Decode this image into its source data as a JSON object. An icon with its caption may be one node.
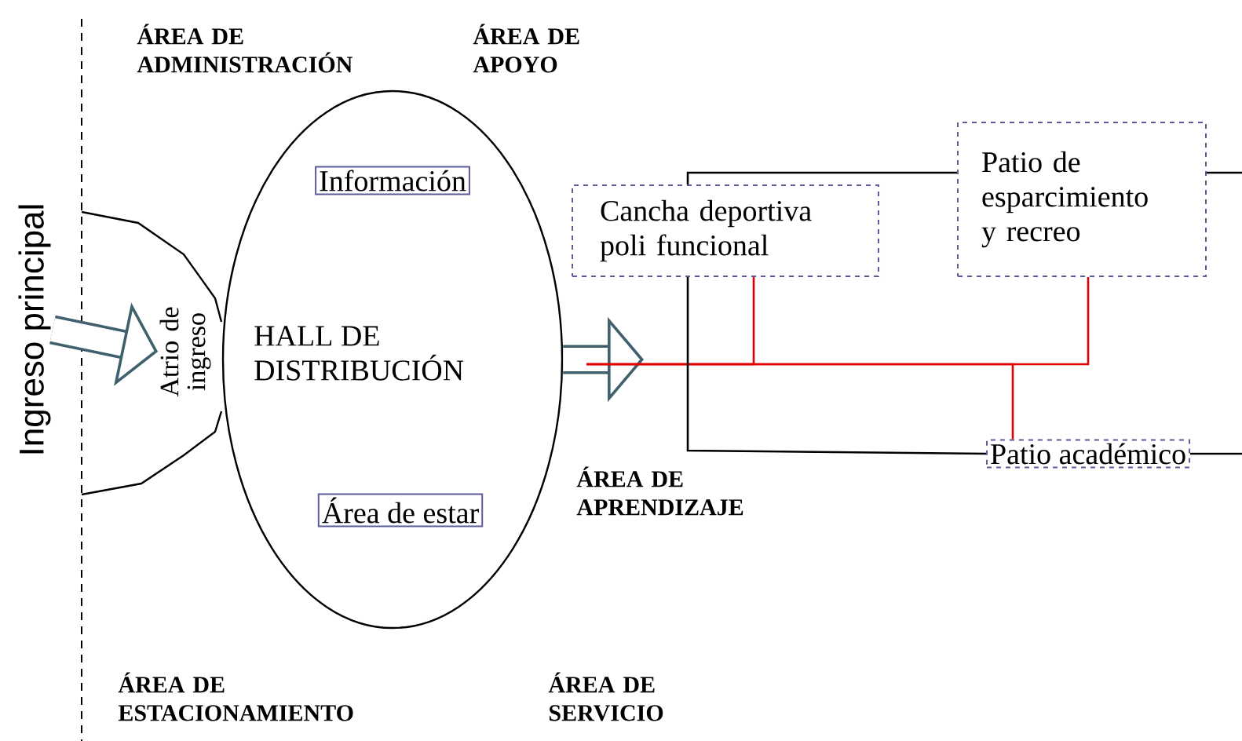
{
  "diagram": {
    "nodes": [
      {
        "text": [
          "Ingreso principal"
        ]
      },
      {
        "text": [
          "Atrio de ingreso"
        ]
      },
      {
        "text": [
          "HALL DE DISTRIBUCIÓN"
        ]
      },
      {
        "text": [
          "Información"
        ],
        "in": 2
      },
      {
        "text": [
          "Área de estar"
        ],
        "in": 2
      },
      {
        "text": [
          "Cancha deportiva poli funcional"
        ]
      },
      {
        "text": [
          "Patio de esparcimiento y recreo"
        ]
      },
      {
        "text": [
          "Patio académico"
        ]
      }
    ],
    "edges": [
      {
        "from": 0,
        "to": 1,
        "arrow": "to",
        "style": "thick",
        "color": "#41606e"
      },
      {
        "from": 2,
        "to": null,
        "arrow": "to",
        "style": "thick",
        "color": "#41606e"
      },
      {
        "from": 2,
        "to": 5,
        "arrow": "none",
        "color": "#e00000"
      },
      {
        "from": 2,
        "to": 6,
        "arrow": "none",
        "color": "#e00000"
      },
      {
        "from": 2,
        "to": 7,
        "arrow": "none",
        "color": "#e00000"
      },
      {
        "from": 5,
        "to": 6,
        "arrow": "none"
      },
      {
        "from": 5,
        "to": 7,
        "arrow": "none"
      },
      {
        "from": 6,
        "to": null,
        "arrow": "none"
      },
      {
        "from": 7,
        "to": null,
        "arrow": "none"
      }
    ],
    "labels": [
      "ÁREA DE ADMINISTRACIÓN",
      "ÁREA DE APOYO",
      "ÁREA DE APRENDIZAJE",
      "ÁREA DE ESTACIONAMIENTO",
      "ÁREA DE SERVICIO"
    ]
  }
}
